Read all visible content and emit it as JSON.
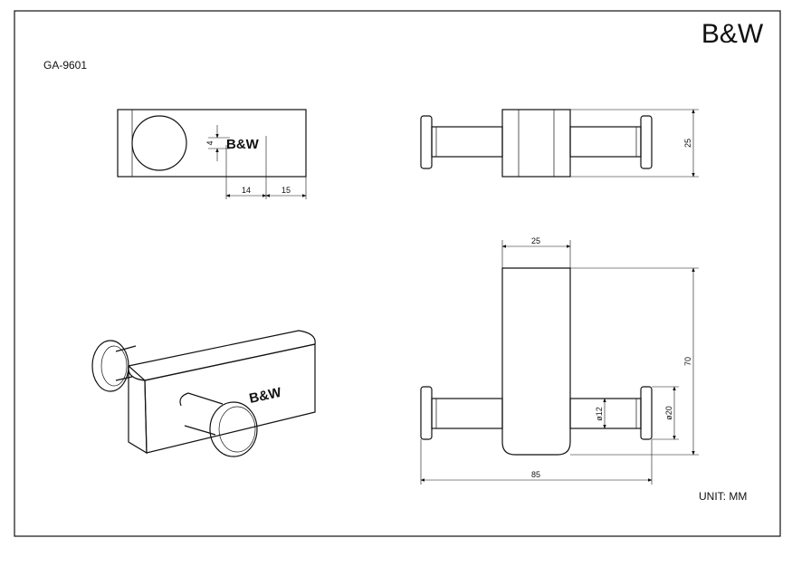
{
  "sheet": {
    "brand": "B&W",
    "model_code": "GA-9601",
    "unit_label": "UNIT: MM"
  },
  "logo_top_view": "B&W",
  "logo_iso_view": "B&W",
  "dimensions": {
    "top_logo_height": "4",
    "top_logo_offset": "14",
    "top_logo_width": "15",
    "side_height": "25",
    "front_width": "25",
    "front_height": "70",
    "rod_diameter": "ø12",
    "cap_diameter": "ø20",
    "overall_length": "85"
  }
}
